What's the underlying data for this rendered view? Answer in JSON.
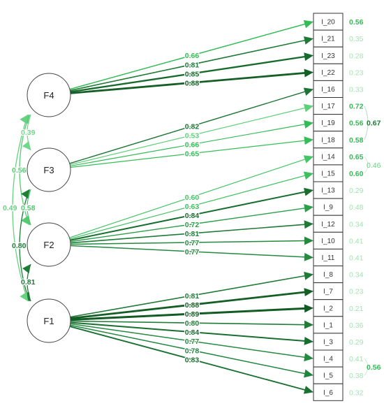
{
  "diagram": {
    "factors": [
      {
        "id": "F4",
        "label": "F4"
      },
      {
        "id": "F3",
        "label": "F3"
      },
      {
        "id": "F2",
        "label": "F2"
      },
      {
        "id": "F1",
        "label": "F1"
      }
    ],
    "items": [
      {
        "label": "I_20",
        "residual": "0.56"
      },
      {
        "label": "I_21",
        "residual": "0.35"
      },
      {
        "label": "I_23",
        "residual": "0.28"
      },
      {
        "label": "I_22",
        "residual": "0.23"
      },
      {
        "label": "I_16",
        "residual": "0.33"
      },
      {
        "label": "I_17",
        "residual": "0.72"
      },
      {
        "label": "I_19",
        "residual": "0.56"
      },
      {
        "label": "I_18",
        "residual": "0.58"
      },
      {
        "label": "I_14",
        "residual": "0.65"
      },
      {
        "label": "I_15",
        "residual": "0.60"
      },
      {
        "label": "I_13",
        "residual": "0.29"
      },
      {
        "label": "I_9",
        "residual": "0.48"
      },
      {
        "label": "I_12",
        "residual": "0.34"
      },
      {
        "label": "I_10",
        "residual": "0.41"
      },
      {
        "label": "I_11",
        "residual": "0.41"
      },
      {
        "label": "I_8",
        "residual": "0.34"
      },
      {
        "label": "I_7",
        "residual": "0.23"
      },
      {
        "label": "I_2",
        "residual": "0.21"
      },
      {
        "label": "I_1",
        "residual": "0.36"
      },
      {
        "label": "I_3",
        "residual": "0.29"
      },
      {
        "label": "I_4",
        "residual": "0.41"
      },
      {
        "label": "I_5",
        "residual": "0.38"
      },
      {
        "label": "I_6",
        "residual": "0.32"
      }
    ],
    "loadings": [
      {
        "factor": "F4",
        "item": "I_20",
        "value": "0.66",
        "color": "#33bb55",
        "width": 1.5
      },
      {
        "factor": "F4",
        "item": "I_21",
        "value": "0.81",
        "color": "#1e7a36",
        "width": 1.6
      },
      {
        "factor": "F4",
        "item": "I_23",
        "value": "0.85",
        "color": "#166a2c",
        "width": 2.3
      },
      {
        "factor": "F4",
        "item": "I_22",
        "value": "0.88",
        "color": "#145f26",
        "width": 2.8
      },
      {
        "factor": "F3",
        "item": "I_16",
        "value": "0.82",
        "color": "#1d7534",
        "width": 1.4
      },
      {
        "factor": "F3",
        "item": "I_17",
        "value": "0.53",
        "color": "#5fd07a",
        "width": 1.2
      },
      {
        "factor": "F3",
        "item": "I_19",
        "value": "0.66",
        "color": "#33bb55",
        "width": 1.2
      },
      {
        "factor": "F3",
        "item": "I_18",
        "value": "0.65",
        "color": "#35bd57",
        "width": 1.2
      },
      {
        "factor": "F2",
        "item": "I_14",
        "value": "0.60",
        "color": "#44c466",
        "width": 1.2
      },
      {
        "factor": "F2",
        "item": "I_15",
        "value": "0.63",
        "color": "#3cbf5d",
        "width": 1.2
      },
      {
        "factor": "F2",
        "item": "I_13",
        "value": "0.84",
        "color": "#186e2f",
        "width": 2.0
      },
      {
        "factor": "F2",
        "item": "I_9",
        "value": "0.72",
        "color": "#2a9e48",
        "width": 1.4
      },
      {
        "factor": "F2",
        "item": "I_12",
        "value": "0.81",
        "color": "#1e7a36",
        "width": 1.6
      },
      {
        "factor": "F2",
        "item": "I_10",
        "value": "0.77",
        "color": "#238a3e",
        "width": 1.5
      },
      {
        "factor": "F2",
        "item": "I_11",
        "value": "0.77",
        "color": "#238a3e",
        "width": 1.5
      },
      {
        "factor": "F1",
        "item": "I_8",
        "value": "0.81",
        "color": "#1e7a36",
        "width": 1.6
      },
      {
        "factor": "F1",
        "item": "I_7",
        "value": "0.88",
        "color": "#145f26",
        "width": 2.8
      },
      {
        "factor": "F1",
        "item": "I_2",
        "value": "0.89",
        "color": "#135b24",
        "width": 3.0
      },
      {
        "factor": "F1",
        "item": "I_1",
        "value": "0.80",
        "color": "#1f7d37",
        "width": 1.6
      },
      {
        "factor": "F1",
        "item": "I_3",
        "value": "0.84",
        "color": "#186e2f",
        "width": 2.0
      },
      {
        "factor": "F1",
        "item": "I_4",
        "value": "0.77",
        "color": "#238a3e",
        "width": 1.5
      },
      {
        "factor": "F1",
        "item": "I_5",
        "value": "0.78",
        "color": "#218540",
        "width": 1.5
      },
      {
        "factor": "F1",
        "item": "I_6",
        "value": "0.83",
        "color": "#1a7232",
        "width": 1.9
      }
    ],
    "covariances": [
      {
        "from": "F4",
        "to": "F3",
        "value": "0.39",
        "color": "#6fd88a"
      },
      {
        "from": "F3",
        "to": "F2",
        "value": "0.58",
        "color": "#4cc86c"
      },
      {
        "from": "F2",
        "to": "F1",
        "value": "0.81",
        "color": "#1e7a36"
      },
      {
        "from": "F4",
        "to": "F2",
        "value": "0.56",
        "color": "#55cc73"
      },
      {
        "from": "F3",
        "to": "F1",
        "value": "0.80",
        "color": "#1f7d37"
      },
      {
        "from": "F4",
        "to": "F1",
        "value": "0.49",
        "color": "#66d282"
      }
    ],
    "error_covariances": [
      {
        "items": [
          "I_17",
          "I_18"
        ],
        "value": "0.67",
        "color": "#1e7a36"
      },
      {
        "items": [
          "I_14",
          "I_15"
        ],
        "value": "0.46",
        "color": "#66d282"
      },
      {
        "items": [
          "I_4",
          "I_5"
        ],
        "value": "0.56",
        "color": "#33bb55"
      }
    ]
  }
}
